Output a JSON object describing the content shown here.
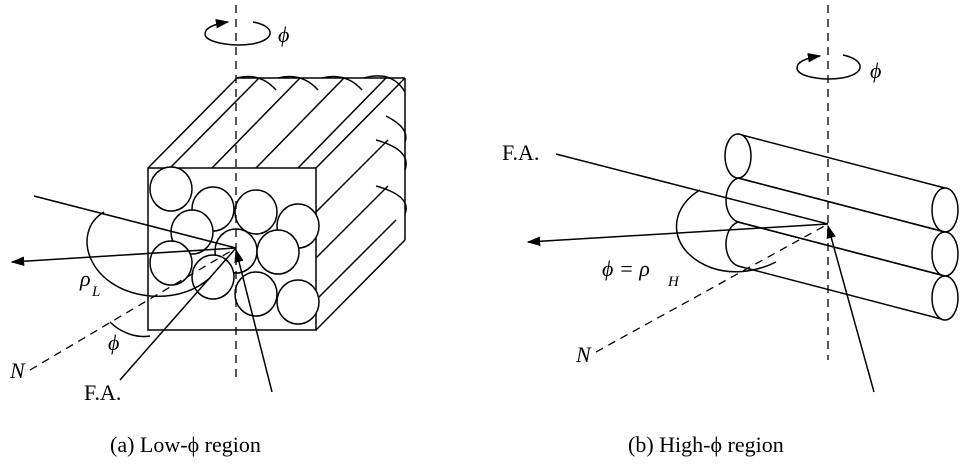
{
  "panel_a": {
    "rotation_symbol": "ϕ",
    "rho_label": "ρ",
    "rho_subscript": "L",
    "phi_label": "ϕ",
    "normal_label": "N",
    "fiber_axis_label": "F.A.",
    "caption": "(a) Low-ϕ region"
  },
  "panel_b": {
    "rotation_symbol": "ϕ",
    "equation_lhs": "ϕ = ρ",
    "equation_subscript": "H",
    "normal_label": "N",
    "fiber_axis_label": "F.A.",
    "caption": "(b) High-ϕ region"
  }
}
